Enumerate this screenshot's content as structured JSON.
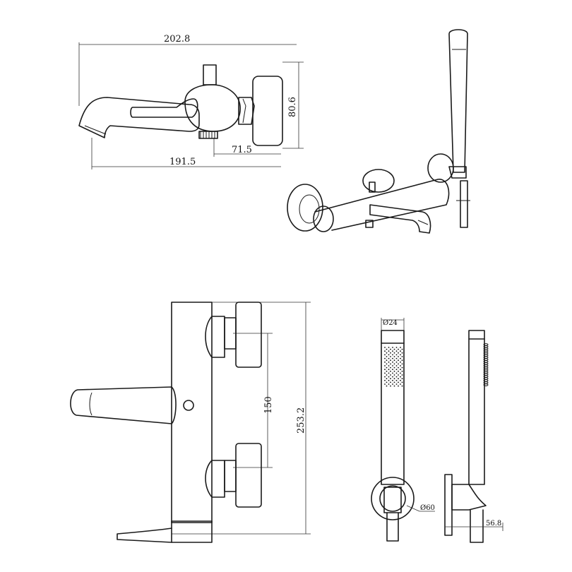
{
  "dimensions": {
    "top_width": "202.8",
    "top_height": "80.6",
    "top_outlet": "71.5",
    "top_depth": "191.5",
    "front_center": "150",
    "front_total": "253.2",
    "handshower_diameter": "Ø24",
    "bracket_diameter": "Ø60",
    "bracket_projection": "56.8"
  }
}
